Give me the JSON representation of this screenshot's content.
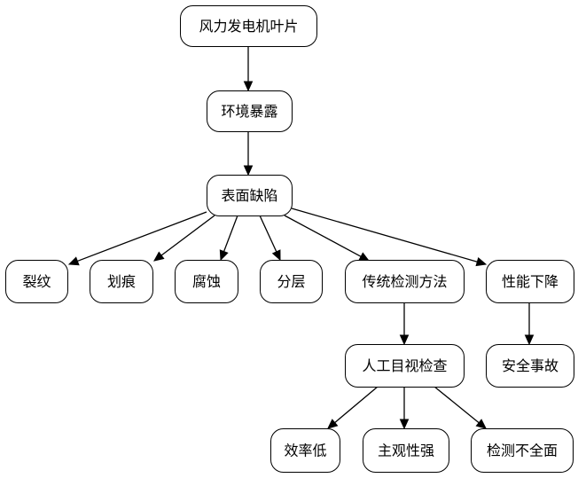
{
  "diagram": {
    "nodes": [
      {
        "id": "blade",
        "label": "风力发电机叶片"
      },
      {
        "id": "env",
        "label": "环境暴露"
      },
      {
        "id": "defect",
        "label": "表面缺陷"
      },
      {
        "id": "crack",
        "label": "裂纹"
      },
      {
        "id": "scratch",
        "label": "划痕"
      },
      {
        "id": "corrosion",
        "label": "腐蚀"
      },
      {
        "id": "delam",
        "label": "分层"
      },
      {
        "id": "traditional",
        "label": "传统检测方法"
      },
      {
        "id": "perf",
        "label": "性能下降"
      },
      {
        "id": "manual",
        "label": "人工目视检查"
      },
      {
        "id": "safety",
        "label": "安全事故"
      },
      {
        "id": "lowEff",
        "label": "效率低"
      },
      {
        "id": "subjective",
        "label": "主观性强"
      },
      {
        "id": "incomplete",
        "label": "检测不全面"
      }
    ],
    "edges": [
      {
        "from": "blade",
        "to": "env"
      },
      {
        "from": "env",
        "to": "defect"
      },
      {
        "from": "defect",
        "to": "crack"
      },
      {
        "from": "defect",
        "to": "scratch"
      },
      {
        "from": "defect",
        "to": "corrosion"
      },
      {
        "from": "defect",
        "to": "delam"
      },
      {
        "from": "defect",
        "to": "traditional"
      },
      {
        "from": "defect",
        "to": "perf"
      },
      {
        "from": "traditional",
        "to": "manual"
      },
      {
        "from": "perf",
        "to": "safety"
      },
      {
        "from": "manual",
        "to": "lowEff"
      },
      {
        "from": "manual",
        "to": "subjective"
      },
      {
        "from": "manual",
        "to": "incomplete"
      }
    ]
  }
}
